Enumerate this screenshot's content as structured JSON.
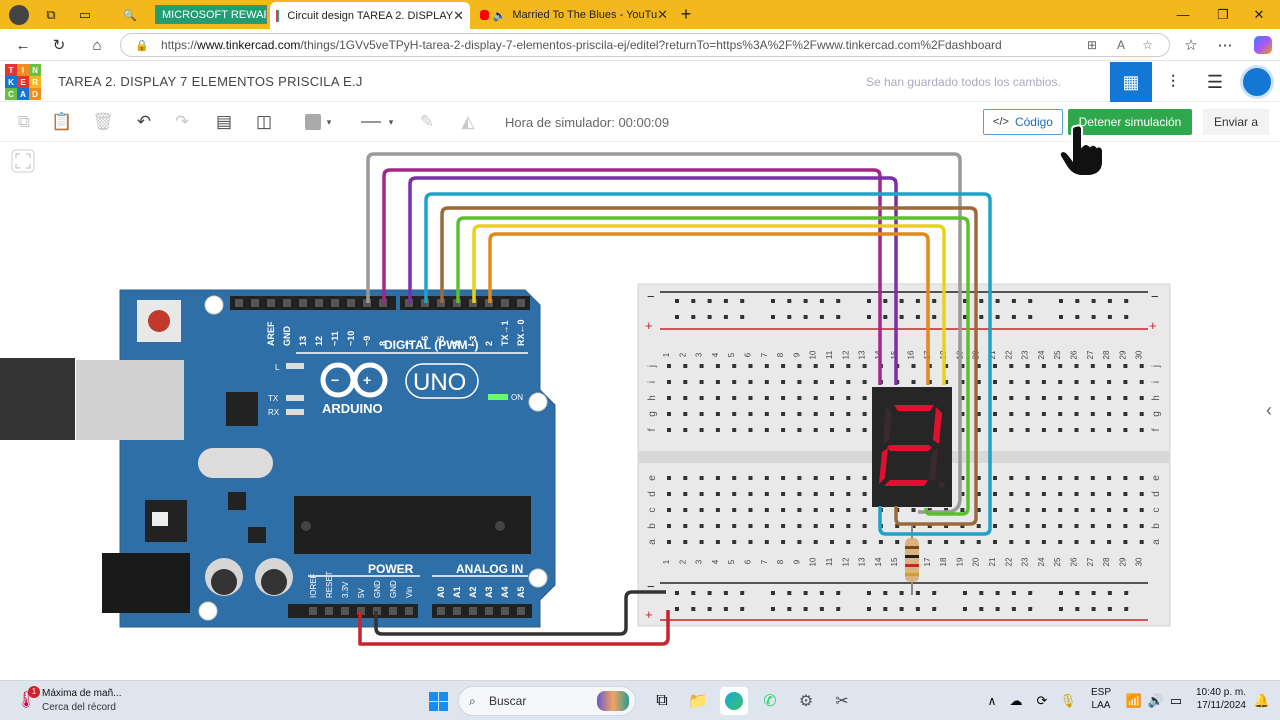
{
  "browser": {
    "tabs": [
      {
        "label": "MICROSOFT REWARD"
      },
      {
        "label": "Circuit design TAREA 2. DISPLAY"
      },
      {
        "label": "Married To The Blues - YouTu"
      }
    ],
    "url_prefix": "https://",
    "url_domain": "www.tinkercad.com",
    "url_rest": "/things/1GVv5veTPyH-tarea-2-display-7-elementos-priscila-ej/editel?returnTo=https%3A%2F%2Fwww.tinkercad.com%2Fdashboard"
  },
  "app": {
    "logo_letters": [
      "T",
      "I",
      "N",
      "K",
      "E",
      "R",
      "C",
      "A",
      "D"
    ],
    "project_title": "TAREA 2. DISPLAY 7 ELEMENTOS PRISCILA E.J",
    "save_status": "Se han guardado todos los cambios.",
    "simulator_time": "Hora de simulador: 00:00:09",
    "code_button": "Código",
    "stop_button": "Detener simulación",
    "send_button": "Enviar a"
  },
  "arduino": {
    "header_top_labels": [
      "AREF",
      "GND",
      "13",
      "12",
      "~11",
      "~10",
      "~9",
      "8",
      "7",
      "~6",
      "~5",
      "4",
      "~3",
      "2",
      "TX→1",
      "RX←0"
    ],
    "digital_label": "DIGITAL (PWM~)",
    "brand": "ARDUINO",
    "model": "UNO",
    "led_l": "L",
    "led_tx": "TX",
    "led_rx": "RX",
    "led_on": "ON",
    "power_label": "POWER",
    "analog_label": "ANALOG IN",
    "power_pins": [
      "IOREF",
      "RESET",
      "3.3V",
      "5V",
      "GND",
      "GND",
      "Vin"
    ],
    "analog_pins": [
      "A0",
      "A1",
      "A2",
      "A3",
      "A4",
      "A5"
    ]
  },
  "breadboard": {
    "minus": "−",
    "plus": "+",
    "columns": [
      "1",
      "2",
      "3",
      "4",
      "5",
      "6",
      "7",
      "8",
      "9",
      "10",
      "11",
      "12",
      "13",
      "14",
      "15",
      "16",
      "17",
      "18",
      "19",
      "20",
      "21",
      "22",
      "23",
      "24",
      "25",
      "26",
      "27",
      "28",
      "29",
      "30"
    ],
    "rows_top": [
      "j",
      "i",
      "h",
      "g",
      "f"
    ],
    "rows_bottom": [
      "e",
      "d",
      "c",
      "b",
      "a"
    ]
  },
  "display": {
    "digit": "2",
    "segment_color": "#e01030",
    "off_color": "#3a2a2e"
  },
  "taskbar": {
    "weather_title": "Máxima de mañ...",
    "weather_sub": "Cerca del récord",
    "search_placeholder": "Buscar",
    "lang_top": "ESP",
    "lang_bottom": "LAA",
    "time": "10:40 p. m.",
    "date": "17/11/2024"
  },
  "colors": {
    "accent": "#f2b81c",
    "arduino_blue": "#2f6fa8",
    "sim_green": "#2ea84a",
    "tinkercad_blue": "#1477d4"
  }
}
